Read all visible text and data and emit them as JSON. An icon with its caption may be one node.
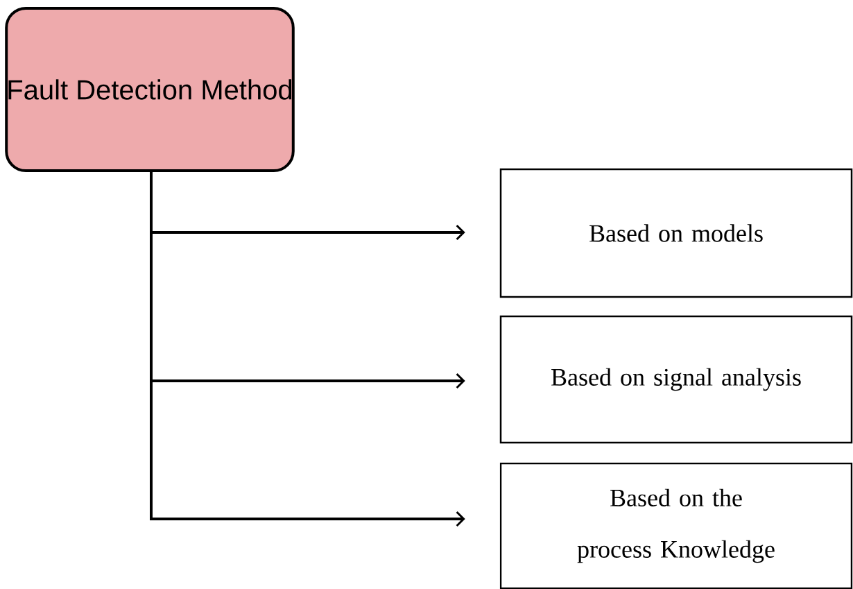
{
  "diagram": {
    "nodes": [
      {
        "text": [
          "Fault Detection Method"
        ]
      },
      {
        "text": [
          "Based on models"
        ]
      },
      {
        "text": [
          "Based on signal analysis"
        ]
      },
      {
        "text": [
          "Based on the process Knowledge"
        ]
      }
    ],
    "edges": [
      {
        "from": 0,
        "to": 1,
        "arrow": "to"
      },
      {
        "from": 0,
        "to": 2,
        "arrow": "to"
      },
      {
        "from": 0,
        "to": 3,
        "arrow": "to"
      }
    ]
  }
}
